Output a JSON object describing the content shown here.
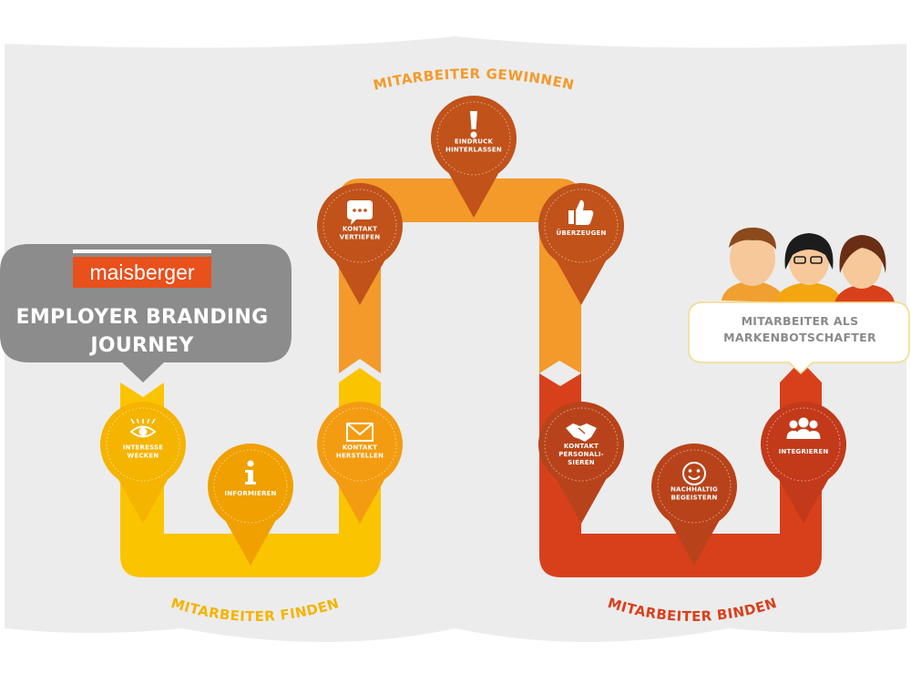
{
  "brand": {
    "name": "maisberger"
  },
  "title": {
    "line1": "EMPLOYER BRANDING",
    "line2": "JOURNEY"
  },
  "phases": {
    "finden": "MITARBEITER FINDEN",
    "gewinnen": "MITARBEITER GEWINNEN",
    "binden": "MITARBEITER BINDEN"
  },
  "ambassador": {
    "line1": "MITARBEITER ALS",
    "line2": "MARKENBOTSCHAFTER"
  },
  "steps": [
    {
      "lines": [
        "INTERESSE",
        "WECKEN"
      ],
      "icon": "eye-icon",
      "color": "#f4b400"
    },
    {
      "lines": [
        "INFORMIEREN"
      ],
      "icon": "info-icon",
      "color": "#f0a000"
    },
    {
      "lines": [
        "KONTAKT",
        "HERSTELLEN"
      ],
      "icon": "envelope-icon",
      "color": "#f39c12"
    },
    {
      "lines": [
        "KONTAKT",
        "VERTIEFEN"
      ],
      "icon": "speech-bubble-icon",
      "color": "#c0521a"
    },
    {
      "lines": [
        "EINDRUCK",
        "HINTERLASSEN"
      ],
      "icon": "exclamation-icon",
      "color": "#c0521a"
    },
    {
      "lines": [
        "ÜBERZEUGEN"
      ],
      "icon": "thumbs-up-icon",
      "color": "#c0521a"
    },
    {
      "lines": [
        "KONTAKT",
        "PERSONALI-",
        "SIEREN"
      ],
      "icon": "handshake-icon",
      "color": "#b8431a"
    },
    {
      "lines": [
        "NACHHALTIG",
        "BEGEISTERN"
      ],
      "icon": "smiley-icon",
      "color": "#b8431a"
    },
    {
      "lines": [
        "INTEGRIEREN"
      ],
      "icon": "group-icon",
      "color": "#c23a1a"
    }
  ],
  "colors": {
    "yellow": "#fbc400",
    "orange": "#f39a2a",
    "red": "#d8401c",
    "gray": "#8c8c8c",
    "brand_red": "#e8501c"
  }
}
